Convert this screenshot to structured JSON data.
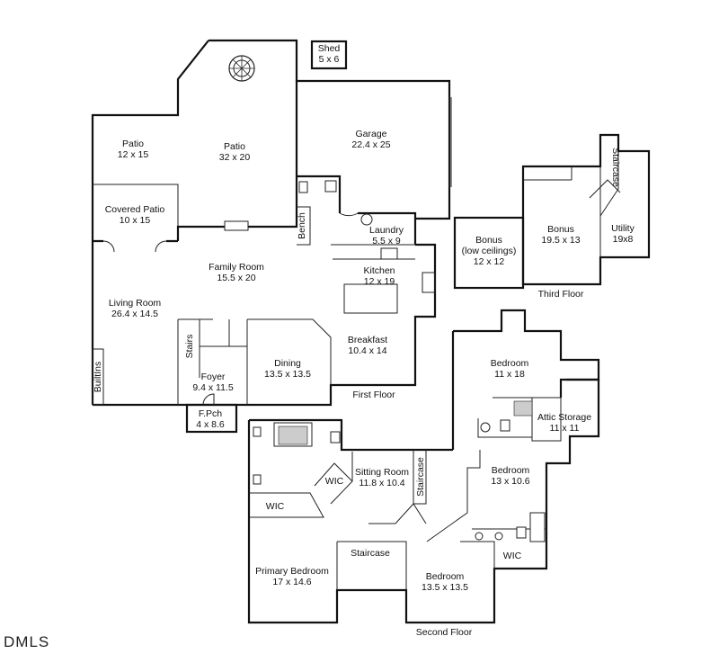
{
  "logo": "DMLS",
  "floors": {
    "first": "First Floor",
    "second": "Second Floor",
    "third": "Third Floor"
  },
  "rooms": {
    "shed": {
      "name": "Shed",
      "size": "5 x 6"
    },
    "garage": {
      "name": "Garage",
      "size": "22.4 x 25"
    },
    "patio_left": {
      "name": "Patio",
      "size": "12 x 15"
    },
    "patio_right": {
      "name": "Patio",
      "size": "32 x 20"
    },
    "covered_patio": {
      "name": "Covered Patio",
      "size": "10 x 15"
    },
    "bench": {
      "name": "Bench"
    },
    "laundry": {
      "name": "Laundry",
      "size": "5.5 x 9"
    },
    "family_room": {
      "name": "Family Room",
      "size": "15.5 x 20"
    },
    "kitchen": {
      "name": "Kitchen",
      "size": "12 x 19"
    },
    "living_room": {
      "name": "Living Room",
      "size": "26.4 x 14.5"
    },
    "builtins": {
      "name": "BuiltIns"
    },
    "stairs": {
      "name": "Stairs"
    },
    "foyer": {
      "name": "Foyer",
      "size": "9.4 x 11.5"
    },
    "dining": {
      "name": "Dining",
      "size": "13.5 x 13.5"
    },
    "breakfast": {
      "name": "Breakfast",
      "size": "10.4 x 14"
    },
    "fpch": {
      "name": "F.Pch",
      "size": "4 x 8.6"
    },
    "bonus_low": {
      "name": "Bonus",
      "note": "(low ceilings)",
      "size": "12 x 12"
    },
    "bonus": {
      "name": "Bonus",
      "size": "19.5 x 13"
    },
    "utility": {
      "name": "Utility",
      "size": "19x8"
    },
    "staircase_third": {
      "name": "Staircase"
    },
    "bedroom_top": {
      "name": "Bedroom",
      "size": "11 x 18"
    },
    "attic_storage": {
      "name": "Attic Storage",
      "size": "11 x 11"
    },
    "wic_left": {
      "name": "WIC"
    },
    "wic_mid": {
      "name": "WIC"
    },
    "sitting_room": {
      "name": "Sitting Room",
      "size": "11.8 x 10.4"
    },
    "staircase_second_v": {
      "name": "Staircase"
    },
    "bedroom_mid": {
      "name": "Bedroom",
      "size": "13 x 10.6"
    },
    "staircase_second_h": {
      "name": "Staircase"
    },
    "primary_bedroom": {
      "name": "Primary Bedroom",
      "size": "17 x 14.6"
    },
    "bedroom_bottom": {
      "name": "Bedroom",
      "size": "13.5 x 13.5"
    },
    "wic_right": {
      "name": "WIC"
    }
  }
}
